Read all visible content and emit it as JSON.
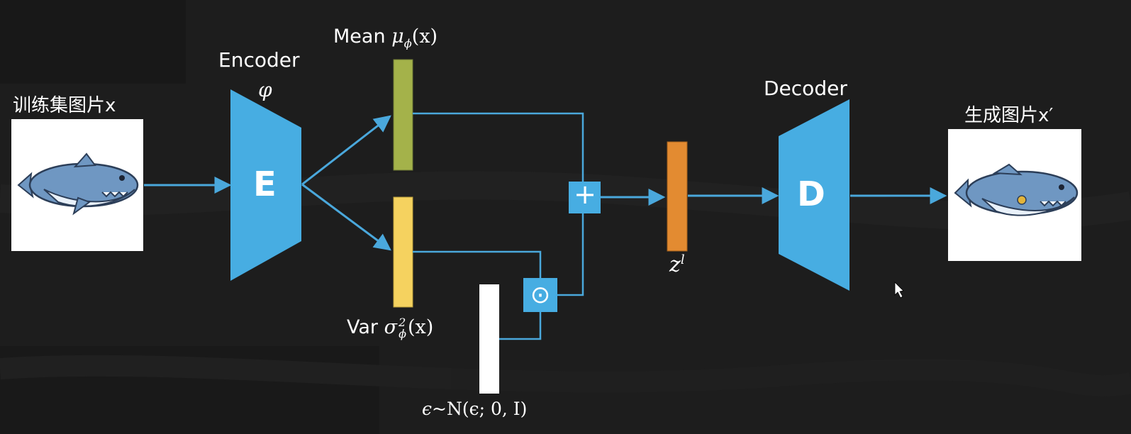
{
  "input": {
    "label": "训练集图片x"
  },
  "encoder": {
    "title": "Encoder",
    "param": "φ",
    "letter": "E"
  },
  "mean": {
    "prefix": "Mean",
    "symbol": "μ",
    "sub": "ϕ",
    "arg": "(x)"
  },
  "var": {
    "prefix": "Var",
    "symbol": "σ",
    "sup": "2",
    "sub": "ϕ",
    "arg": "(x)"
  },
  "latent": {
    "symbol": "z",
    "sup": "l"
  },
  "noise": {
    "eps": "ϵ",
    "tilde": "~",
    "dist": "N(ϵ; 0, I)"
  },
  "ops": {
    "plus": "+",
    "hadamard": "⊙"
  },
  "decoder": {
    "title": "Decoder",
    "letter": "D"
  },
  "output": {
    "label": "生成图片x′"
  },
  "colors": {
    "arrow": "#4aa8dc",
    "trapezoid": "#47ade2",
    "mean_bar": "#a4b24a",
    "var_bar": "#f5d25f",
    "latent_bar": "#e38b31",
    "noise_bar": "#ffffff",
    "shark_body": "#6f97c2",
    "shark_belly": "#e9f1fa"
  },
  "icons": [
    "shark-icon",
    "shark-icon",
    "mouse-cursor-icon"
  ]
}
